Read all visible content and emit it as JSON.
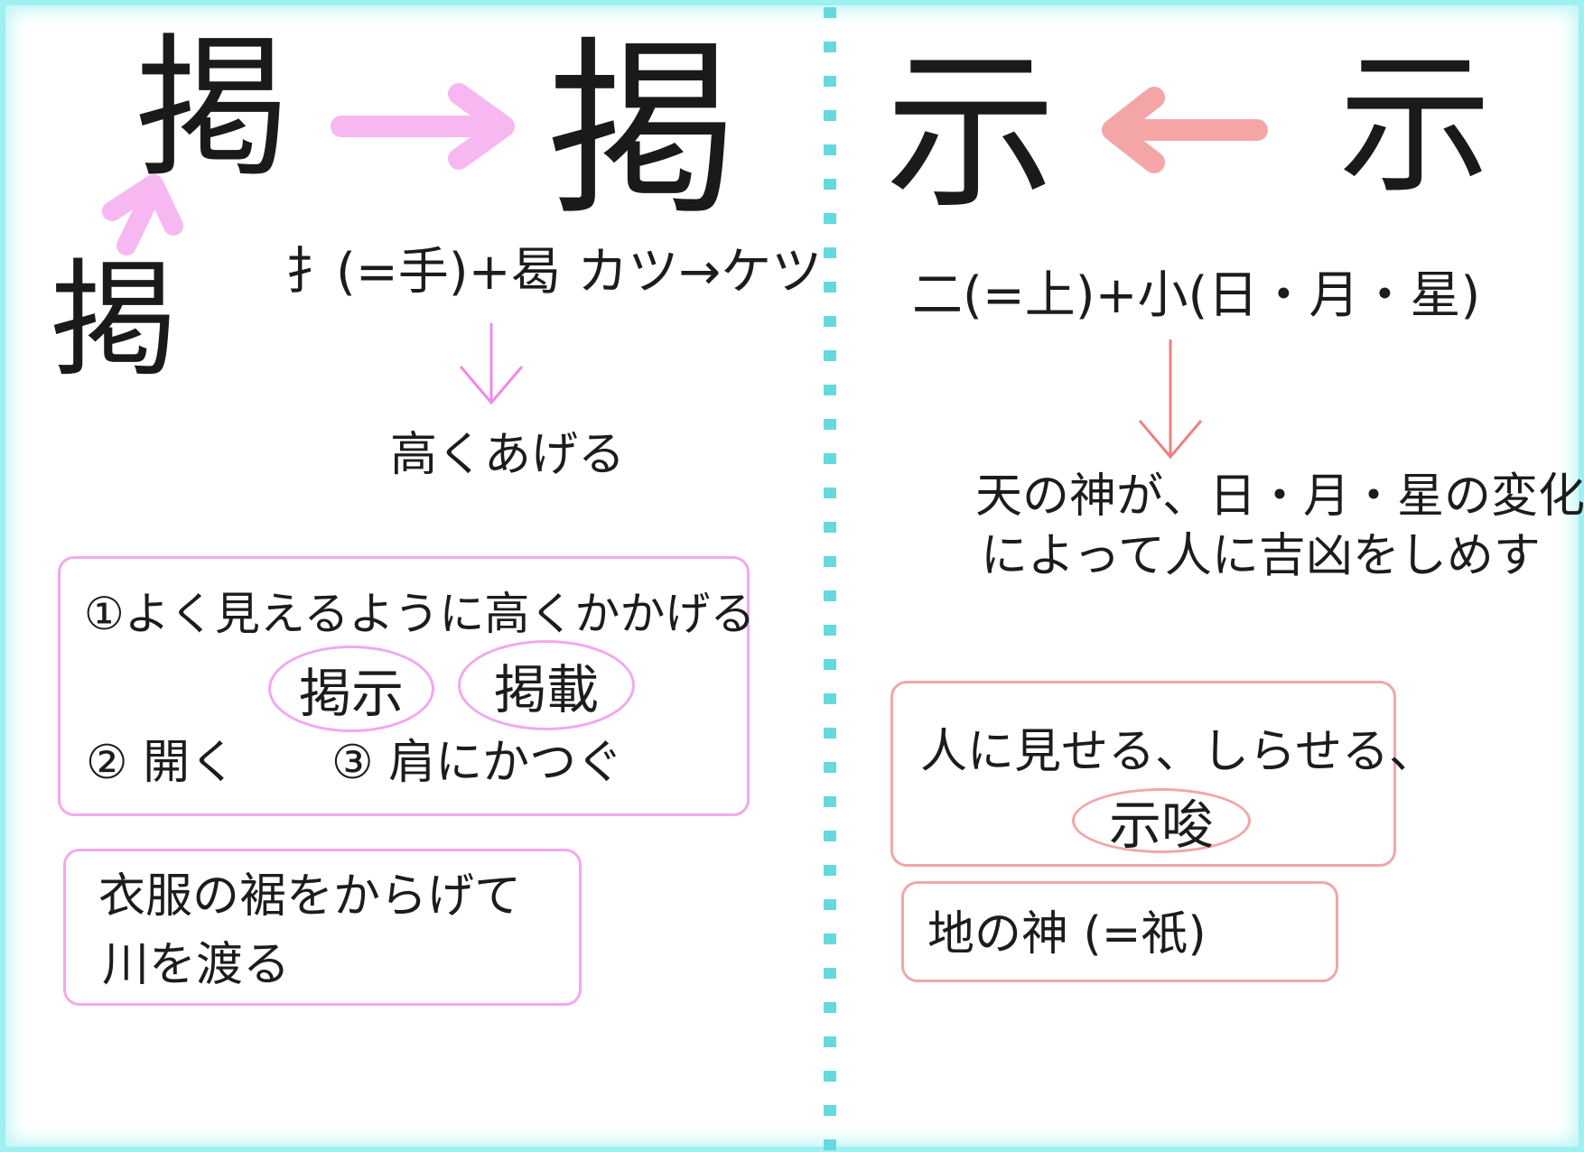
{
  "colors": {
    "frame": "#9ff0f0",
    "divider": "#66d9dd",
    "left_accent": "#f7b8f2",
    "right_accent": "#f4a6a6",
    "ink": "#1c1c1c"
  },
  "left": {
    "ancient_form": "掲",
    "source_form": "掲",
    "target_form": "掲",
    "formula": "扌(=手)+曷 カツ→ケツ",
    "meaning": "高くあげる",
    "box1": {
      "line1": "①よく見えるように高くかかげる",
      "word1": "掲示",
      "word2": "掲載",
      "item2": "② 開く",
      "item3": "③ 肩にかつぐ"
    },
    "box2": {
      "line1": "衣服の裾をからげて",
      "line2": "川を渡る"
    }
  },
  "right": {
    "target_form": "示",
    "source_form": "示",
    "formula": "二(=上)+小(日・月・星)",
    "meaning_line1": "天の神が、日・月・星の変化",
    "meaning_line2": "によって人に吉凶をしめす",
    "box1": {
      "line1": "人に見せる、しらせる、",
      "word1": "示唆"
    },
    "box2": {
      "line1": "地の神 (=祇)"
    }
  }
}
